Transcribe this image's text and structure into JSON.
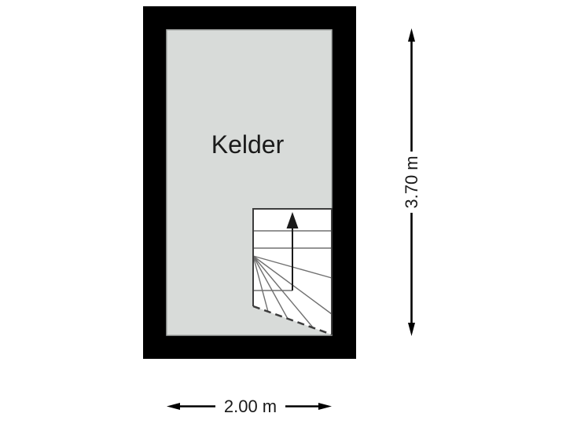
{
  "floorplan": {
    "room": {
      "label": "Kelder"
    },
    "dimensions": {
      "width_label": "2.00 m",
      "height_label": "3.70 m"
    },
    "icons": {
      "stair_direction": "up-arrow",
      "height_dimension_ends": "vertical-double-arrow",
      "width_dimension_ends": "horizontal-double-arrow"
    },
    "colors": {
      "background": "#ffffff",
      "wall": "#000000",
      "floor": "#d8dbd9",
      "floor_edge": "#a7aba9",
      "stair_fill": "#ffffff",
      "stair_border": "#3d3d3d",
      "stair_tread": "#707070",
      "stair_arrow": "#1a1a1a",
      "dimension": "#000000",
      "label_bg": "#ffffff",
      "text": "#1a1a1a"
    }
  }
}
